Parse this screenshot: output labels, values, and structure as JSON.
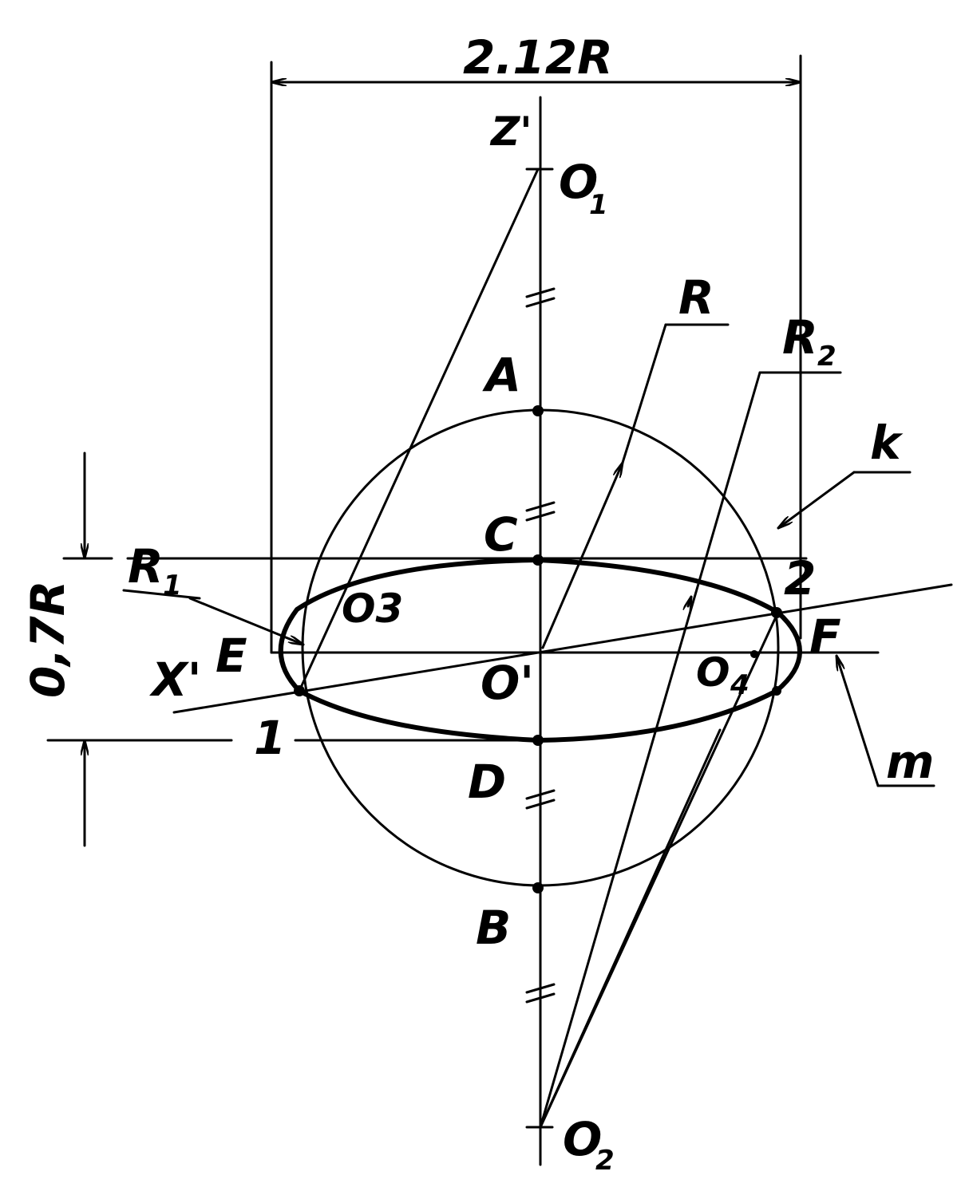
{
  "colors": {
    "ink": "#000000",
    "paper": "#ffffff"
  },
  "labels": {
    "width_dim": "2.12R",
    "height_dim": "0,7R",
    "z_axis": "Z'",
    "x_axis": "X'",
    "o1": "O",
    "o1_sub": "1",
    "o2": "O",
    "o2_sub": "2",
    "o3": "O3",
    "o4": "O",
    "o4_sub": "4",
    "origin": "O'",
    "a": "A",
    "b": "B",
    "c": "C",
    "d": "D",
    "e": "E",
    "f": "F",
    "r": "R",
    "r1": "R",
    "r1_sub": "1",
    "r2": "R",
    "r2_sub": "2",
    "k": "k",
    "m": "m",
    "p1": "1",
    "p2": "2"
  }
}
